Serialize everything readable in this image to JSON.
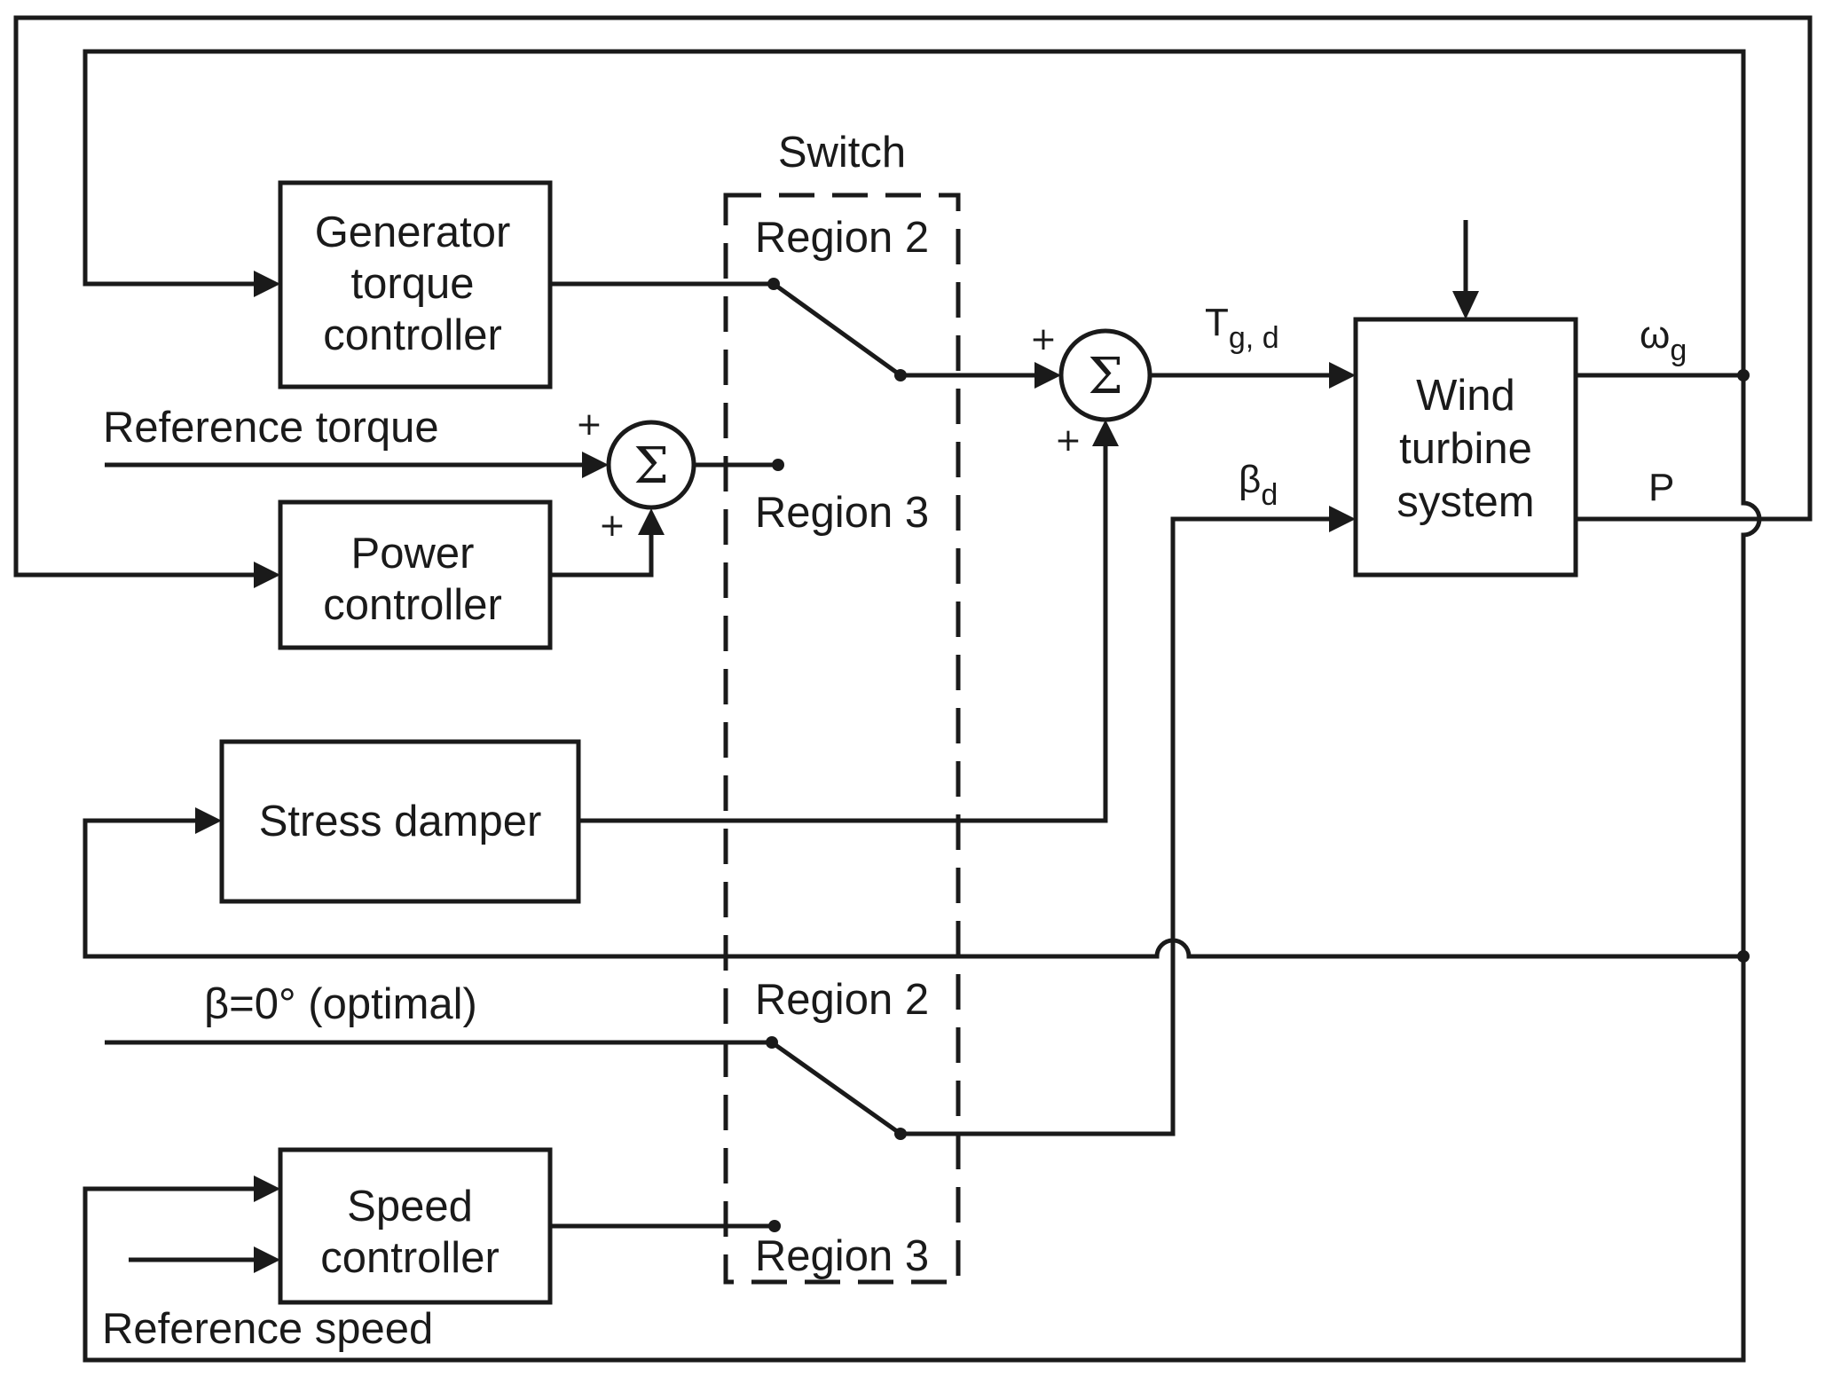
{
  "switch": {
    "title": "Switch"
  },
  "blocks": {
    "generator_torque": [
      "Generator",
      "torque",
      "controller"
    ],
    "power": [
      "Power",
      "controller"
    ],
    "stress_damper": [
      "Stress damper"
    ],
    "speed": [
      "Speed",
      "controller"
    ],
    "wind_turbine": [
      "Wind",
      "turbine",
      "system"
    ]
  },
  "regions": {
    "torque_top": "Region 2",
    "torque_bottom": "Region 3",
    "pitch_top": "Region 2",
    "pitch_bottom": "Region 3"
  },
  "inputs": {
    "reference_torque": "Reference torque",
    "beta_optimal": "β=0° (optimal)",
    "reference_speed": "Reference speed"
  },
  "signals": {
    "torque_demand": {
      "main": "T",
      "sub": "g, d"
    },
    "pitch_demand": {
      "main": "β",
      "sub": "d"
    },
    "generator_speed": {
      "main": "ω",
      "sub": "g"
    },
    "power": "P"
  },
  "summing": {
    "symbol": "Σ",
    "sum1": {
      "sign_top": "+",
      "sign_bottom": "+"
    },
    "sum2": {
      "sign_top": "+",
      "sign_bottom": "+"
    }
  }
}
